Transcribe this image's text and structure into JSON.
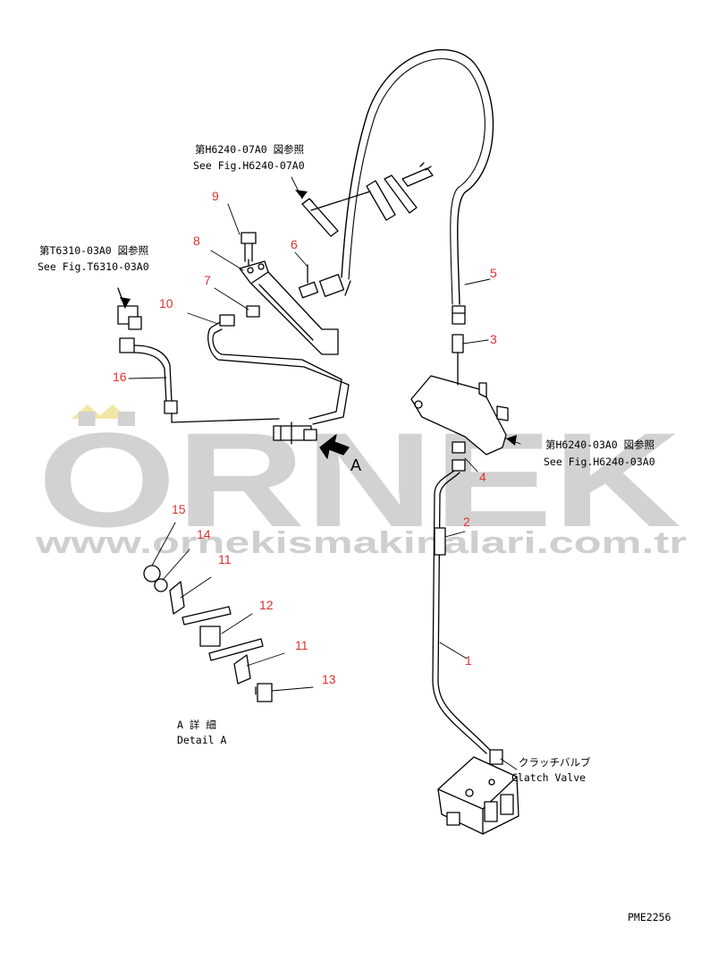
{
  "watermark": {
    "brand": "ÖRNEK",
    "url": "www.ornekismakinalari.com.tr",
    "accent_color": "#f2e6a4",
    "text_color": "#cfcfcf"
  },
  "part_numbers": [
    "1",
    "2",
    "3",
    "4",
    "5",
    "6",
    "7",
    "8",
    "9",
    "10",
    "11",
    "11",
    "12",
    "13",
    "14",
    "15",
    "16"
  ],
  "part_number_color": "#e03030",
  "callouts": {
    "h6240_07a0": {
      "jp": "第H6240-07A0 図参照",
      "en": "See Fig.H6240-07A0"
    },
    "t6310_03a0": {
      "jp": "第T6310-03A0 図参照",
      "en": "See Fig.T6310-03A0"
    },
    "h6240_03a0": {
      "jp": "第H6240-03A0 図参照",
      "en": "See Fig.H6240-03A0"
    },
    "clutch_valve": {
      "jp": "クラッチバルブ",
      "en": "Clatch Valve"
    },
    "detail_a": {
      "jp": "A 詳 細",
      "en": "Detail A"
    },
    "view_a": "A"
  },
  "drawing_code": "PME2256"
}
